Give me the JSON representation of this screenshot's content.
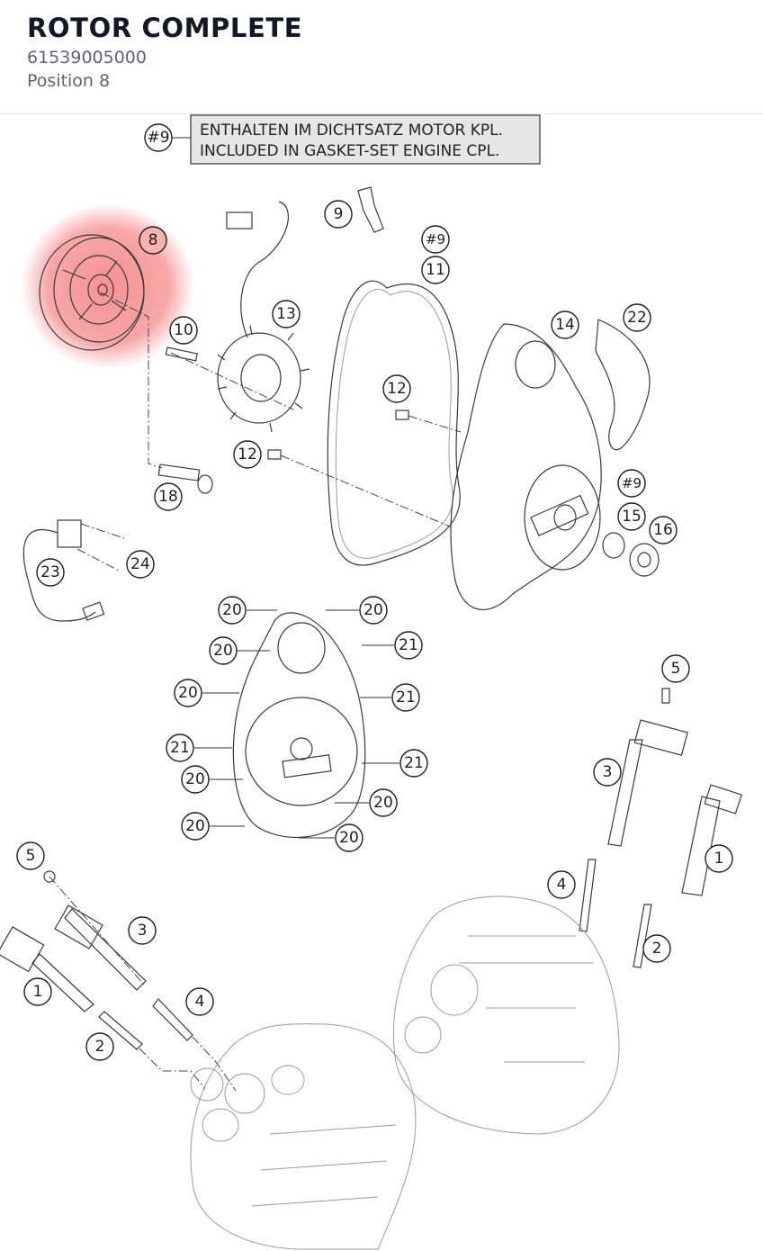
{
  "header": {
    "title": "ROTOR COMPLETE",
    "part_number": "61539005000",
    "position": "Position 8"
  },
  "note": {
    "ref": "#9",
    "line1": "ENTHALTEN IM DICHTSATZ MOTOR KPL.",
    "line2": "INCLUDED IN GASKET-SET ENGINE CPL."
  },
  "highlight_color": "#f26d6d",
  "selected_position": "8",
  "callouts": {
    "c8": "8",
    "c9": "9",
    "c9ref_a": "#9",
    "c11": "11",
    "c13": "13",
    "c10": "10",
    "c14": "14",
    "c22": "22",
    "c12a": "12",
    "c12b": "12",
    "c18": "18",
    "c9ref_b": "#9",
    "c15": "15",
    "c16": "16",
    "c23": "23",
    "c24": "24",
    "c20a": "20",
    "c20b": "20",
    "c20c": "20",
    "c21a": "21",
    "c20d": "20",
    "c21b": "21",
    "c21c": "21",
    "c21d": "21",
    "c20e": "20",
    "c20f": "20",
    "c20g": "20",
    "c20h": "20",
    "c5r": "5",
    "c3r": "3",
    "c1r": "1",
    "c4r": "4",
    "c2r": "2",
    "c5l": "5",
    "c3l": "3",
    "c1l": "1",
    "c4l": "4",
    "c2l": "2"
  }
}
